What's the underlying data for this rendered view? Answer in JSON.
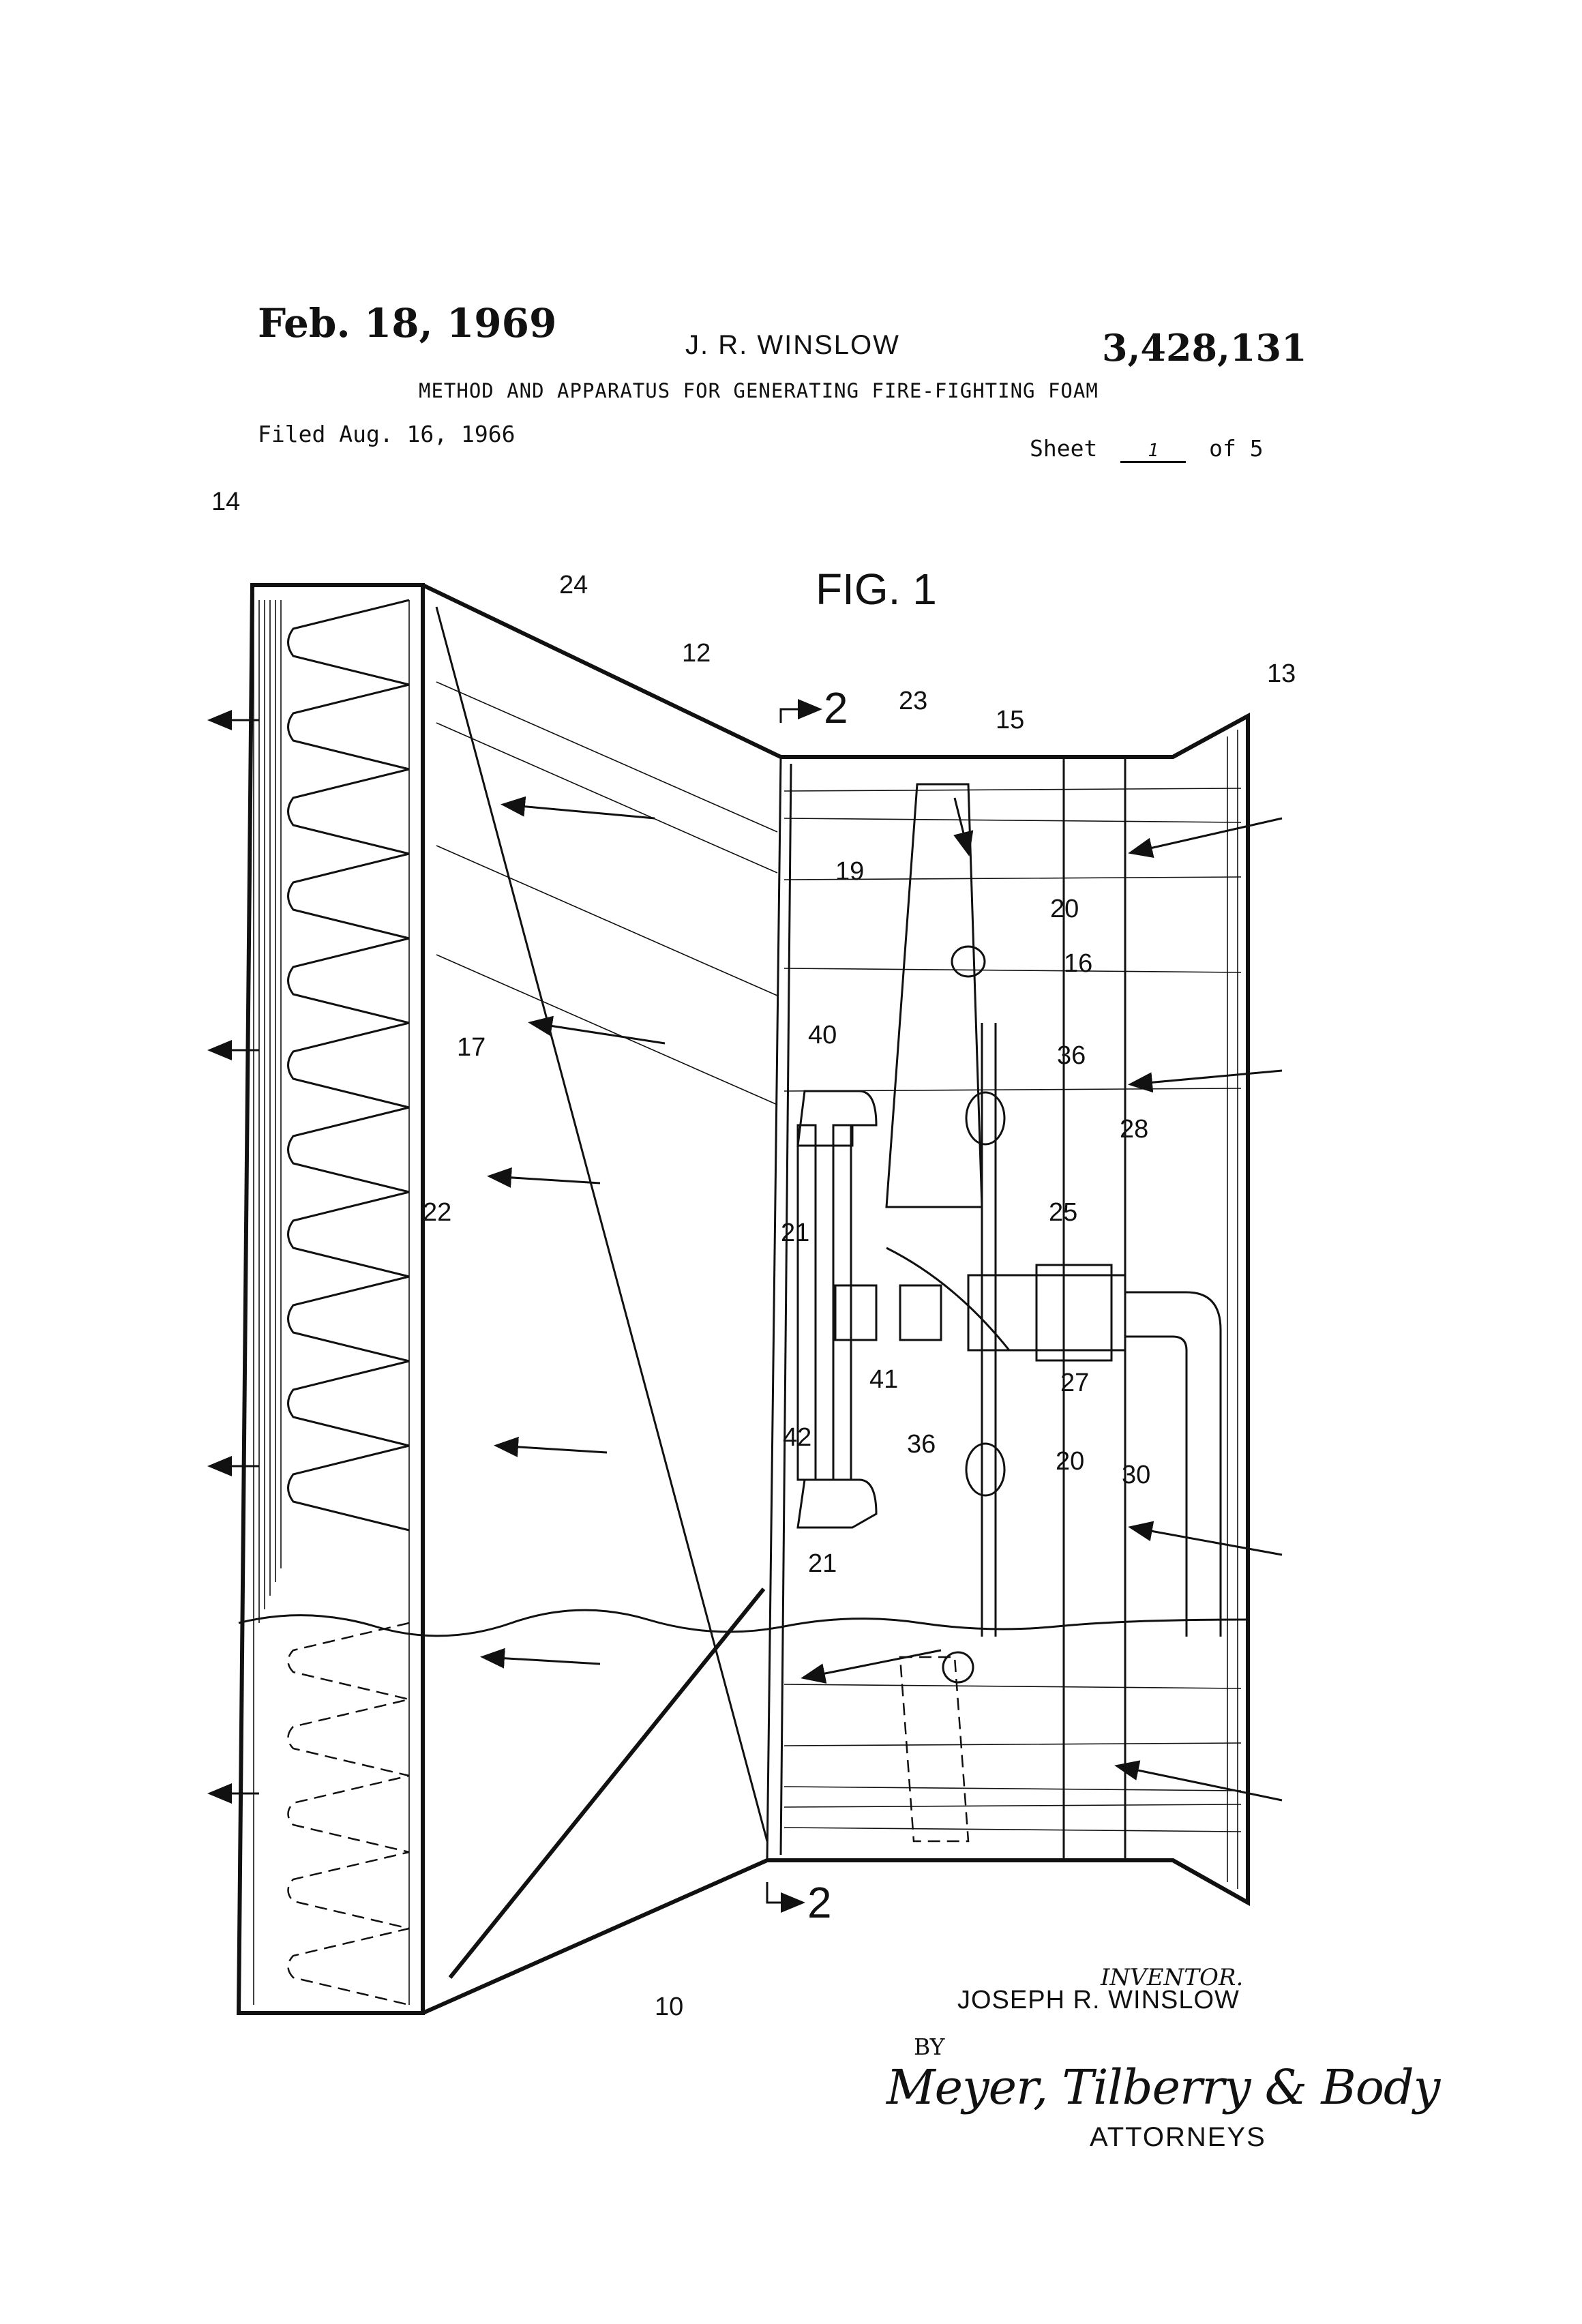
{
  "header": {
    "date": "Feb. 18, 1969",
    "inventor": "J. R. WINSLOW",
    "patent_number": "3,428,131",
    "title": "METHOD AND APPARATUS FOR GENERATING FIRE-FIGHTING FOAM",
    "filed": "Filed Aug. 16, 1966",
    "sheet_prefix": "Sheet",
    "sheet_number": "1",
    "sheet_suffix": "of 5"
  },
  "figure": {
    "label": "FIG. 1",
    "section_marker": "2",
    "reference_numerals": [
      "14",
      "24",
      "12",
      "2",
      "23",
      "15",
      "13",
      "19",
      "20",
      "16",
      "40",
      "17",
      "36",
      "28",
      "25",
      "22",
      "21",
      "41",
      "27",
      "42",
      "36",
      "20",
      "30",
      "21",
      "2",
      "10"
    ]
  },
  "footer": {
    "inventor_label": "INVENTOR.",
    "inventor_name": "JOSEPH R. WINSLOW",
    "by": "BY",
    "signature": "Meyer, Tilberry & Body",
    "attorneys": "ATTORNEYS"
  }
}
